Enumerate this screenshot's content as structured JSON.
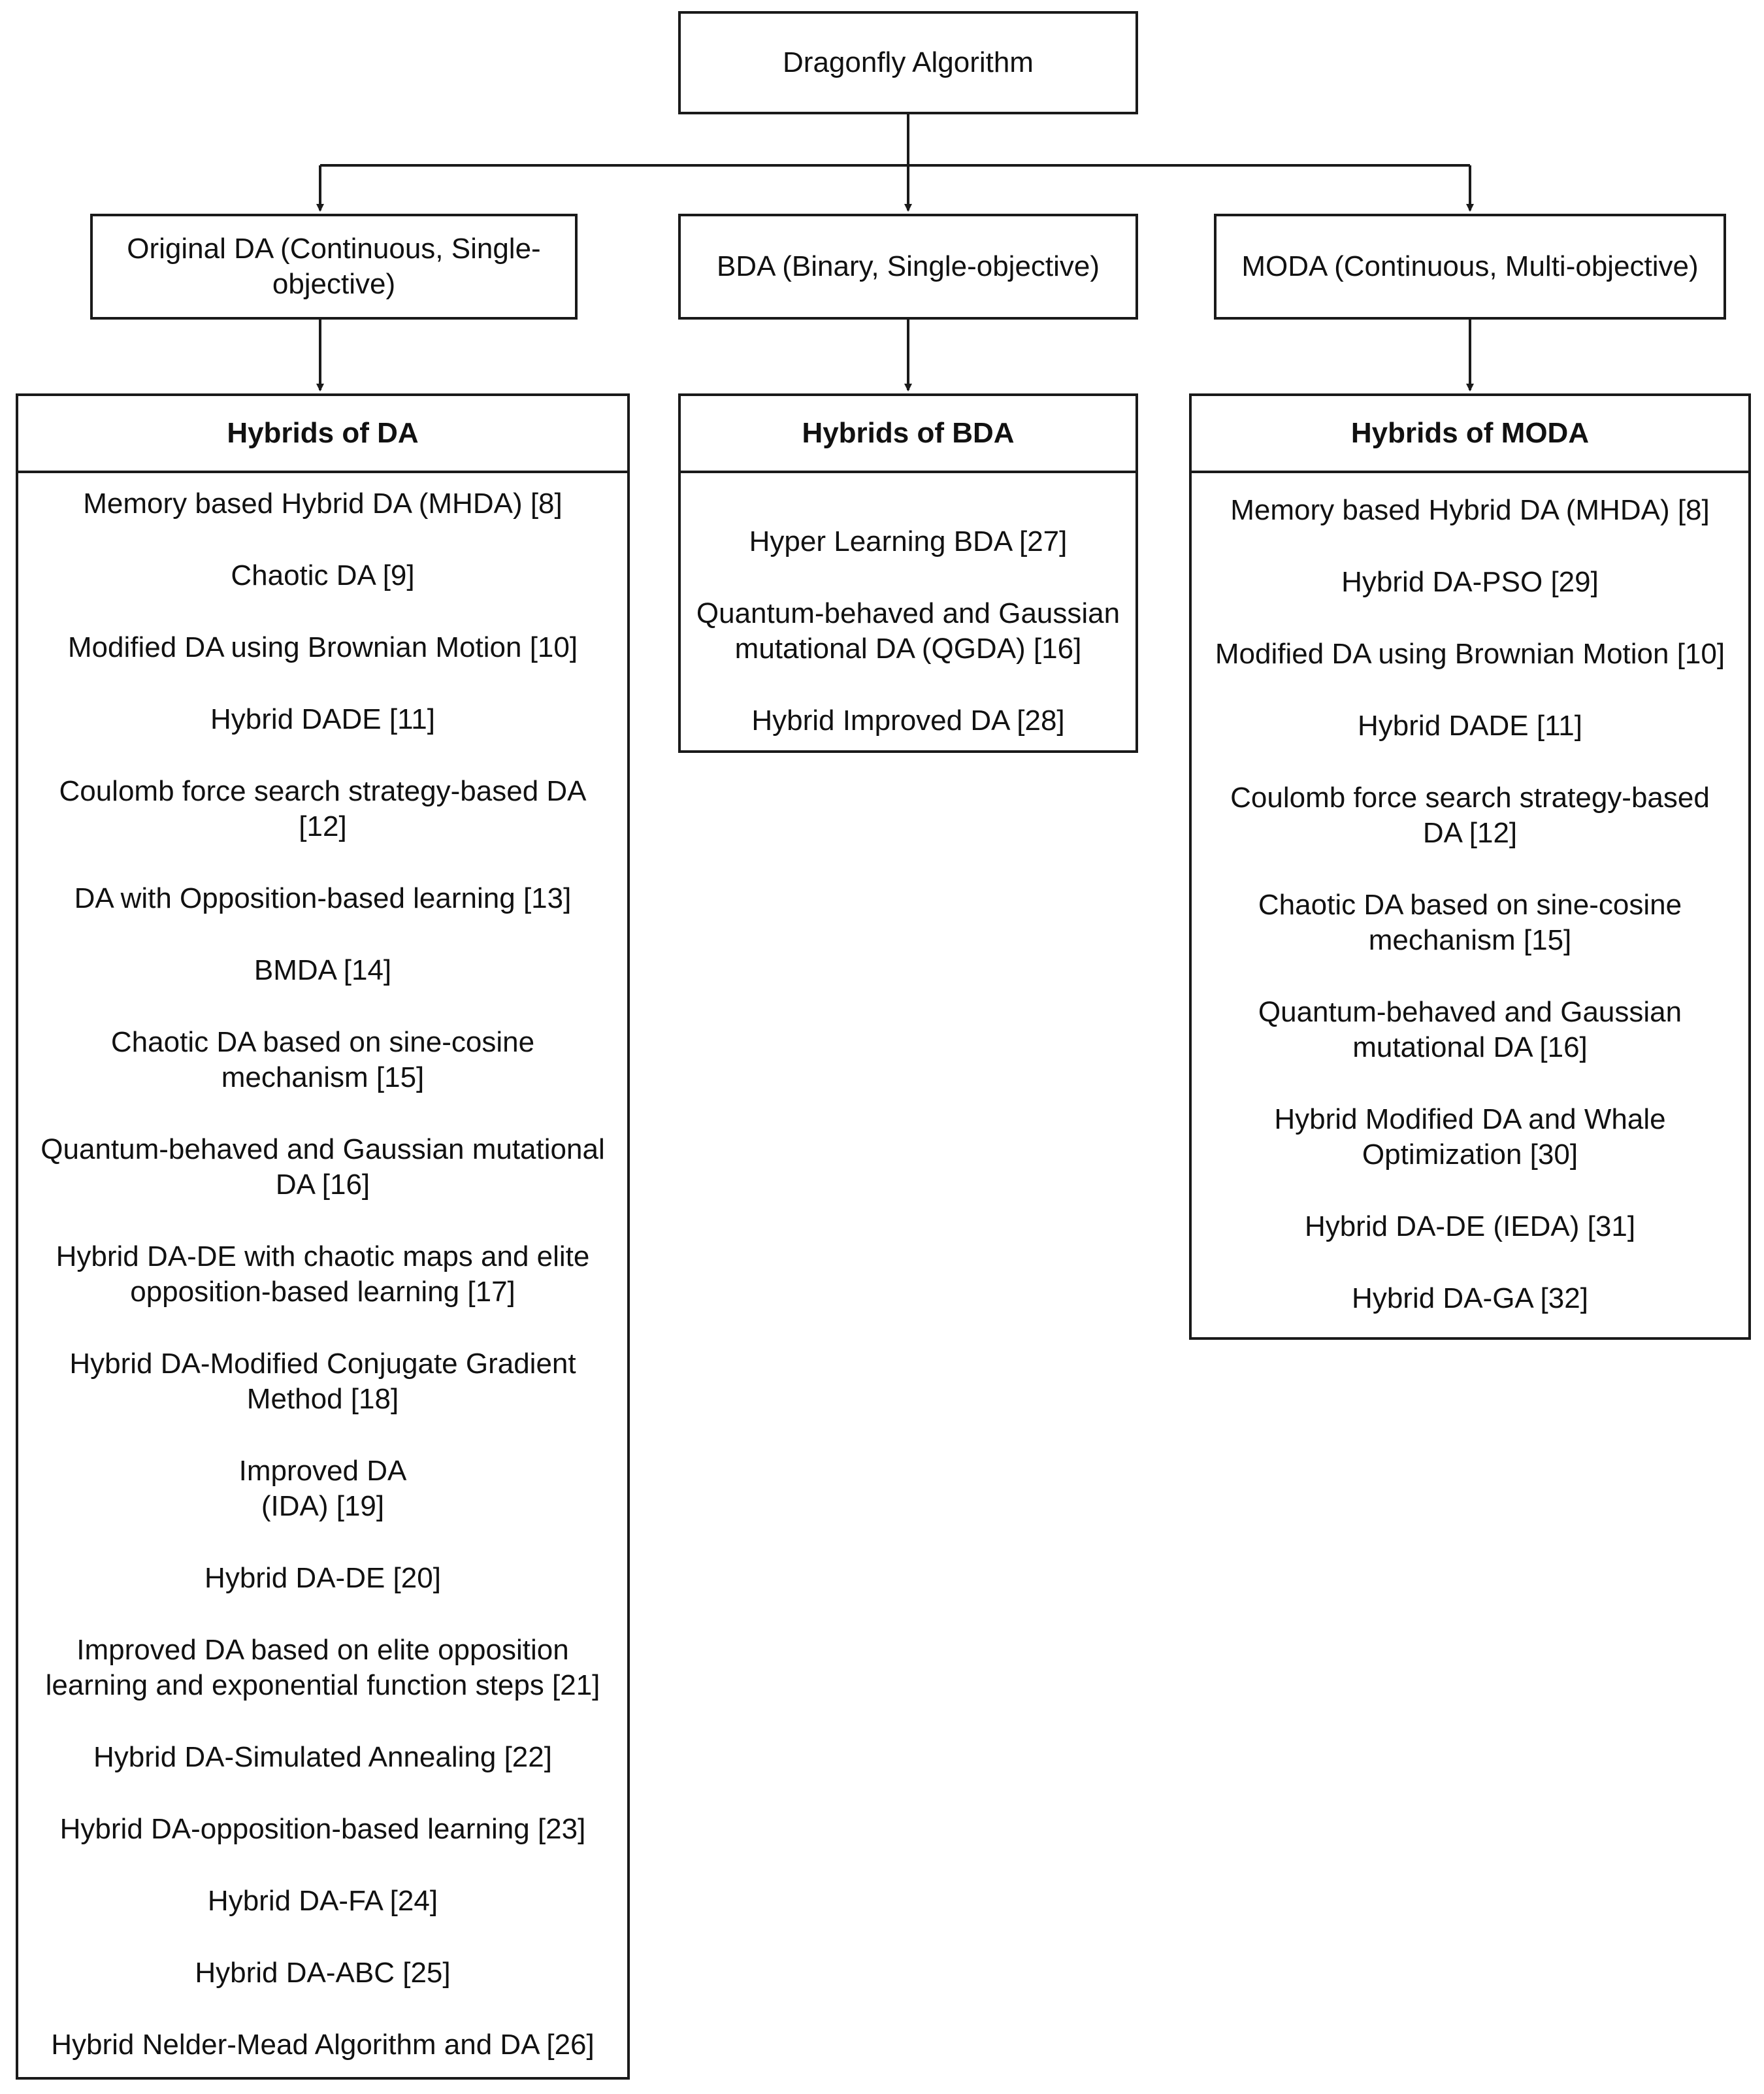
{
  "root": {
    "label": "Dragonfly Algorithm"
  },
  "branches": [
    {
      "label": "Original DA (Continuous, Single-\nobjective)"
    },
    {
      "label": "BDA (Binary, Single-objective)"
    },
    {
      "label": "MODA (Continuous, Multi-objective)"
    }
  ],
  "groups": [
    {
      "title": "Hybrids of DA",
      "items": [
        "Memory based Hybrid DA (MHDA)  [8]",
        "Chaotic DA [9]",
        "Modified DA using Brownian Motion  [10]",
        "Hybrid DADE  [11]",
        "Coulomb force search strategy-based DA\n[12]",
        "DA with Opposition-based learning  [13]",
        "BMDA [14]",
        "Chaotic DA based on sine-cosine\nmechanism  [15]",
        "Quantum-behaved and Gaussian mutational\nDA  [16]",
        "Hybrid DA-DE with chaotic maps and elite\nopposition-based learning  [17]",
        "Hybrid DA-Modified Conjugate Gradient\nMethod  [18]",
        "Improved DA\n(IDA)  [19]",
        "Hybrid DA-DE  [20]",
        "Improved DA based on elite opposition\nlearning and exponential function steps  [21]",
        "Hybrid DA-Simulated Annealing  [22]",
        "Hybrid DA-opposition-based learning  [23]",
        "Hybrid DA-FA  [24]",
        "Hybrid DA-ABC  [25]",
        "Hybrid Nelder-Mead Algorithm and DA  [26]"
      ]
    },
    {
      "title": "Hybrids of BDA",
      "items": [
        "Hyper Learning BDA [27]",
        "Quantum-behaved and Gaussian\nmutational DA (QGDA)  [16]",
        "Hybrid Improved DA  [28]"
      ]
    },
    {
      "title": "Hybrids of MODA",
      "items": [
        "Memory based Hybrid DA (MHDA)  [8]",
        "Hybrid DA-PSO  [29]",
        "Modified DA using Brownian Motion  [10]",
        "Hybrid DADE  [11]",
        "Coulomb force search strategy-based\nDA  [12]",
        "Chaotic DA based on sine-cosine\nmechanism  [15]",
        "Quantum-behaved and Gaussian\nmutational DA  [16]",
        "Hybrid Modified DA and Whale\nOptimization  [30]",
        "Hybrid DA-DE (IEDA)  [31]",
        "Hybrid DA-GA  [32]"
      ]
    }
  ]
}
